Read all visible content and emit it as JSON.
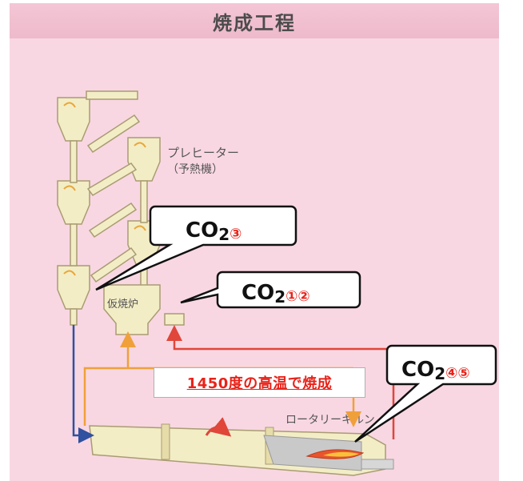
{
  "header": {
    "title": "焼成工程"
  },
  "labels": {
    "preheater": "プレヒーター",
    "preheater_sub": "（予熱機）",
    "calciner": "仮焼炉",
    "kiln": "ロータリーキルン"
  },
  "callouts": [
    {
      "base": "CO",
      "sub": "2",
      "marks": "③"
    },
    {
      "base": "CO",
      "sub": "2",
      "marks": "①②"
    },
    {
      "base": "CO",
      "sub": "2",
      "marks": "④⑤"
    }
  ],
  "caption": {
    "text": "1450度の高温で焼成"
  },
  "colors": {
    "background": "#f8d7e2",
    "equipment": "#f3edc6",
    "equipment_stroke": "#a99c73",
    "flame": "#e8542c",
    "hot_gas_arrow": "#e0463a",
    "material_arrow": "#f0a03a",
    "cold_arrow": "#3050a0",
    "marks_red": "#e8231a"
  }
}
